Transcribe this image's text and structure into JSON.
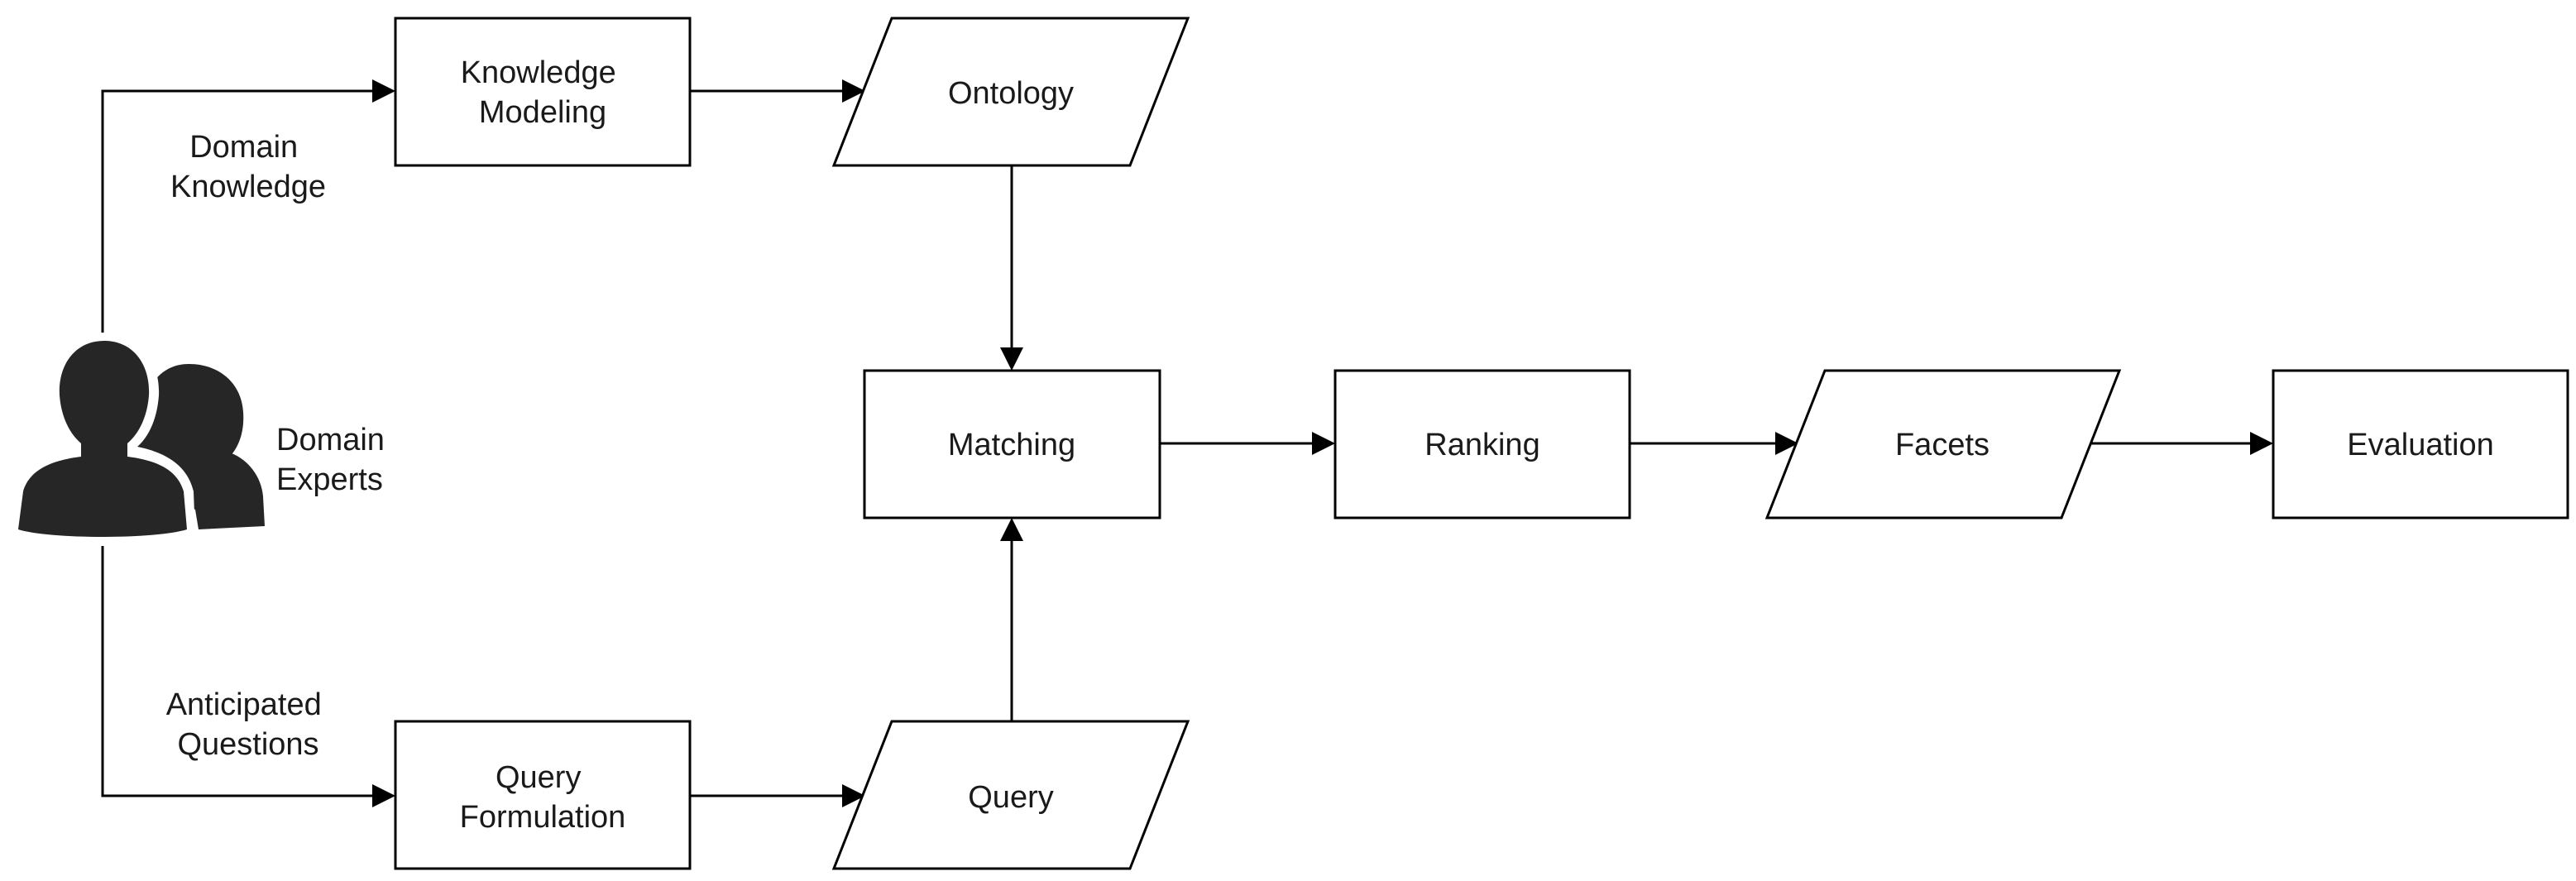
{
  "nodes": {
    "knowledge_modeling": [
      "Knowledge",
      "Modeling"
    ],
    "ontology": [
      "Ontology"
    ],
    "matching": [
      "Matching"
    ],
    "ranking": [
      "Ranking"
    ],
    "facets": [
      "Facets"
    ],
    "evaluation": [
      "Evaluation"
    ],
    "query_formulation": [
      "Query",
      "Formulation"
    ],
    "query": [
      "Query"
    ]
  },
  "actor": {
    "icon": "users-icon",
    "label": [
      "Domain",
      "Experts"
    ]
  },
  "edge_labels": {
    "domain_knowledge": [
      "Domain",
      "Knowledge"
    ],
    "anticipated_questions": [
      "Anticipated",
      "Questions"
    ]
  },
  "colors": {
    "stroke": "#000000",
    "icon_fill": "#262626",
    "text": "#1a1a1a"
  }
}
